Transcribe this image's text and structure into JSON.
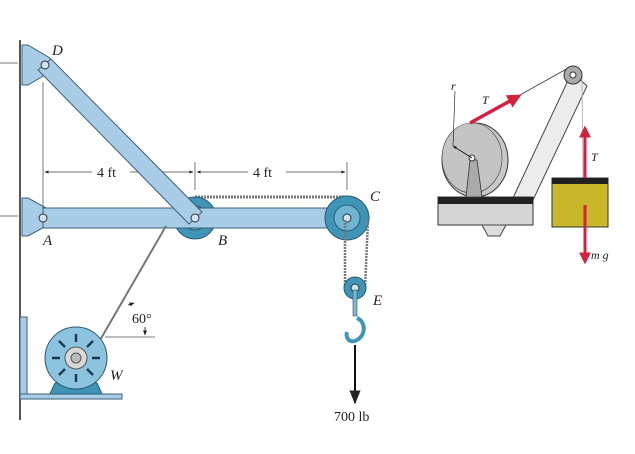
{
  "left_figure": {
    "labels": {
      "D": "D",
      "A": "A",
      "B": "B",
      "C": "C",
      "E": "E",
      "W": "W"
    },
    "dimensions": {
      "left": "4 ft",
      "right": "4 ft"
    },
    "angle": "60°",
    "load": "700 lb"
  },
  "right_figure": {
    "labels": {
      "radius": "r",
      "tension_cable": "T",
      "tension_block": "T",
      "weight": "m g"
    }
  },
  "colors": {
    "steel": "#a9cde6",
    "pulley": "#3f95b8",
    "force": "#d4213d",
    "block": "#c9b72a"
  }
}
